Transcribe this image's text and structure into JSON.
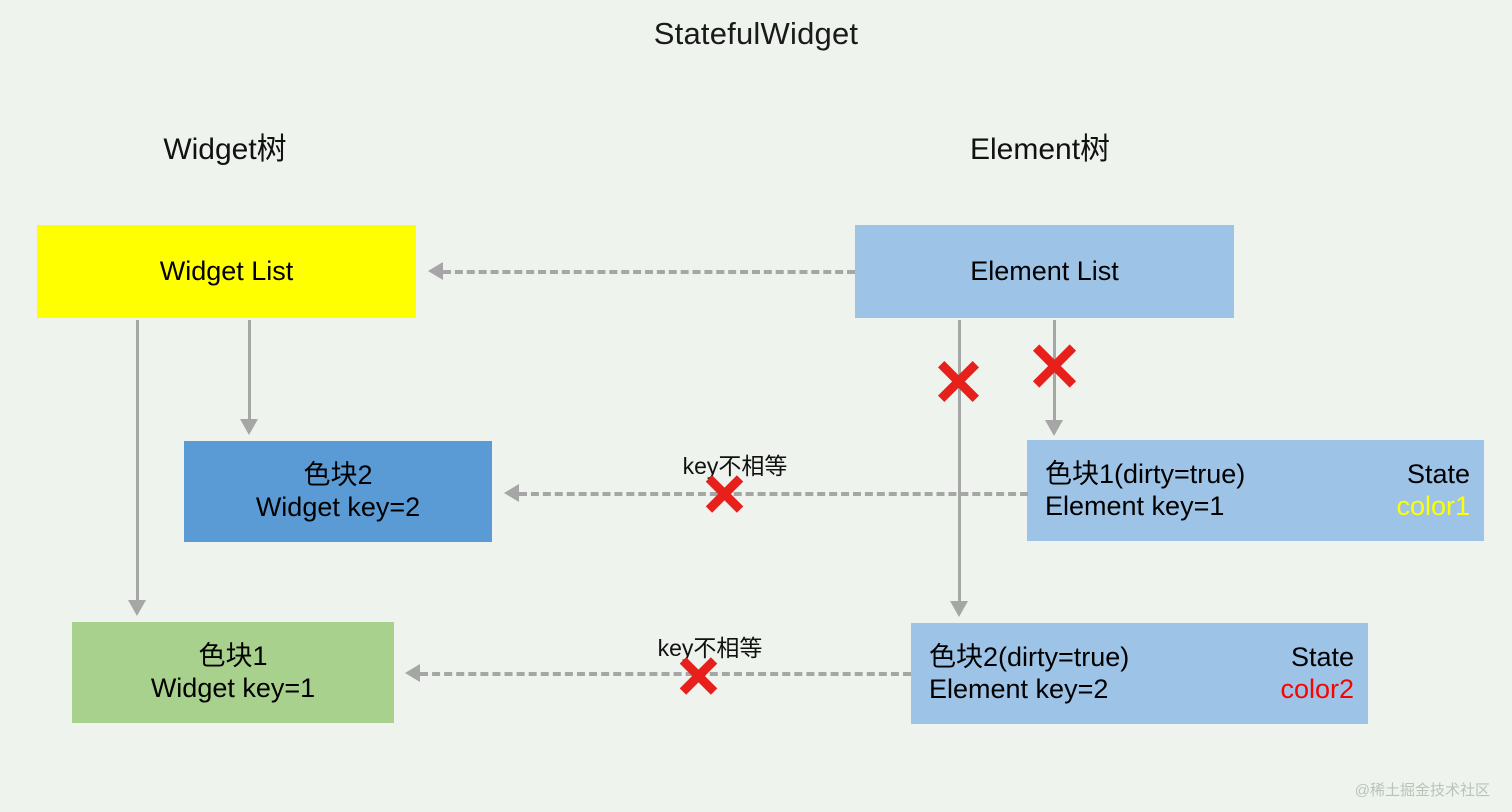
{
  "diagram": {
    "title": "StatefulWidget",
    "background_color": "#eef3ed",
    "columns": {
      "left_label": "Widget树",
      "right_label": "Element树"
    },
    "nodes": {
      "widget_list": {
        "label": "Widget List",
        "color": "#ffff00"
      },
      "element_list": {
        "label": "Element List",
        "color": "#9dc3e6"
      },
      "widget_block2": {
        "line1": "色块2",
        "line2": "Widget key=2",
        "color": "#5b9bd5"
      },
      "widget_block1": {
        "line1": "色块1",
        "line2": "Widget key=1",
        "color": "#a9d18e"
      },
      "element_block1": {
        "line1_main": "色块1(dirty=true)",
        "line1_side": "State",
        "line2_main": "Element key=1",
        "line2_side": "color1",
        "side_color": "#ffff00",
        "color": "#9dc3e6"
      },
      "element_block2": {
        "line1_main": "色块2(dirty=true)",
        "line1_side": "State",
        "line2_main": "Element key=2",
        "line2_side": "color2",
        "side_color": "#ff0000",
        "color": "#9dc3e6"
      }
    },
    "edges": {
      "top_note": "",
      "middle_note": "key不相等",
      "bottom_note": "key不相等",
      "mismatch_marker": "x-mark",
      "marker_color": "#e8201c"
    },
    "watermark": "@稀土掘金技术社区"
  }
}
